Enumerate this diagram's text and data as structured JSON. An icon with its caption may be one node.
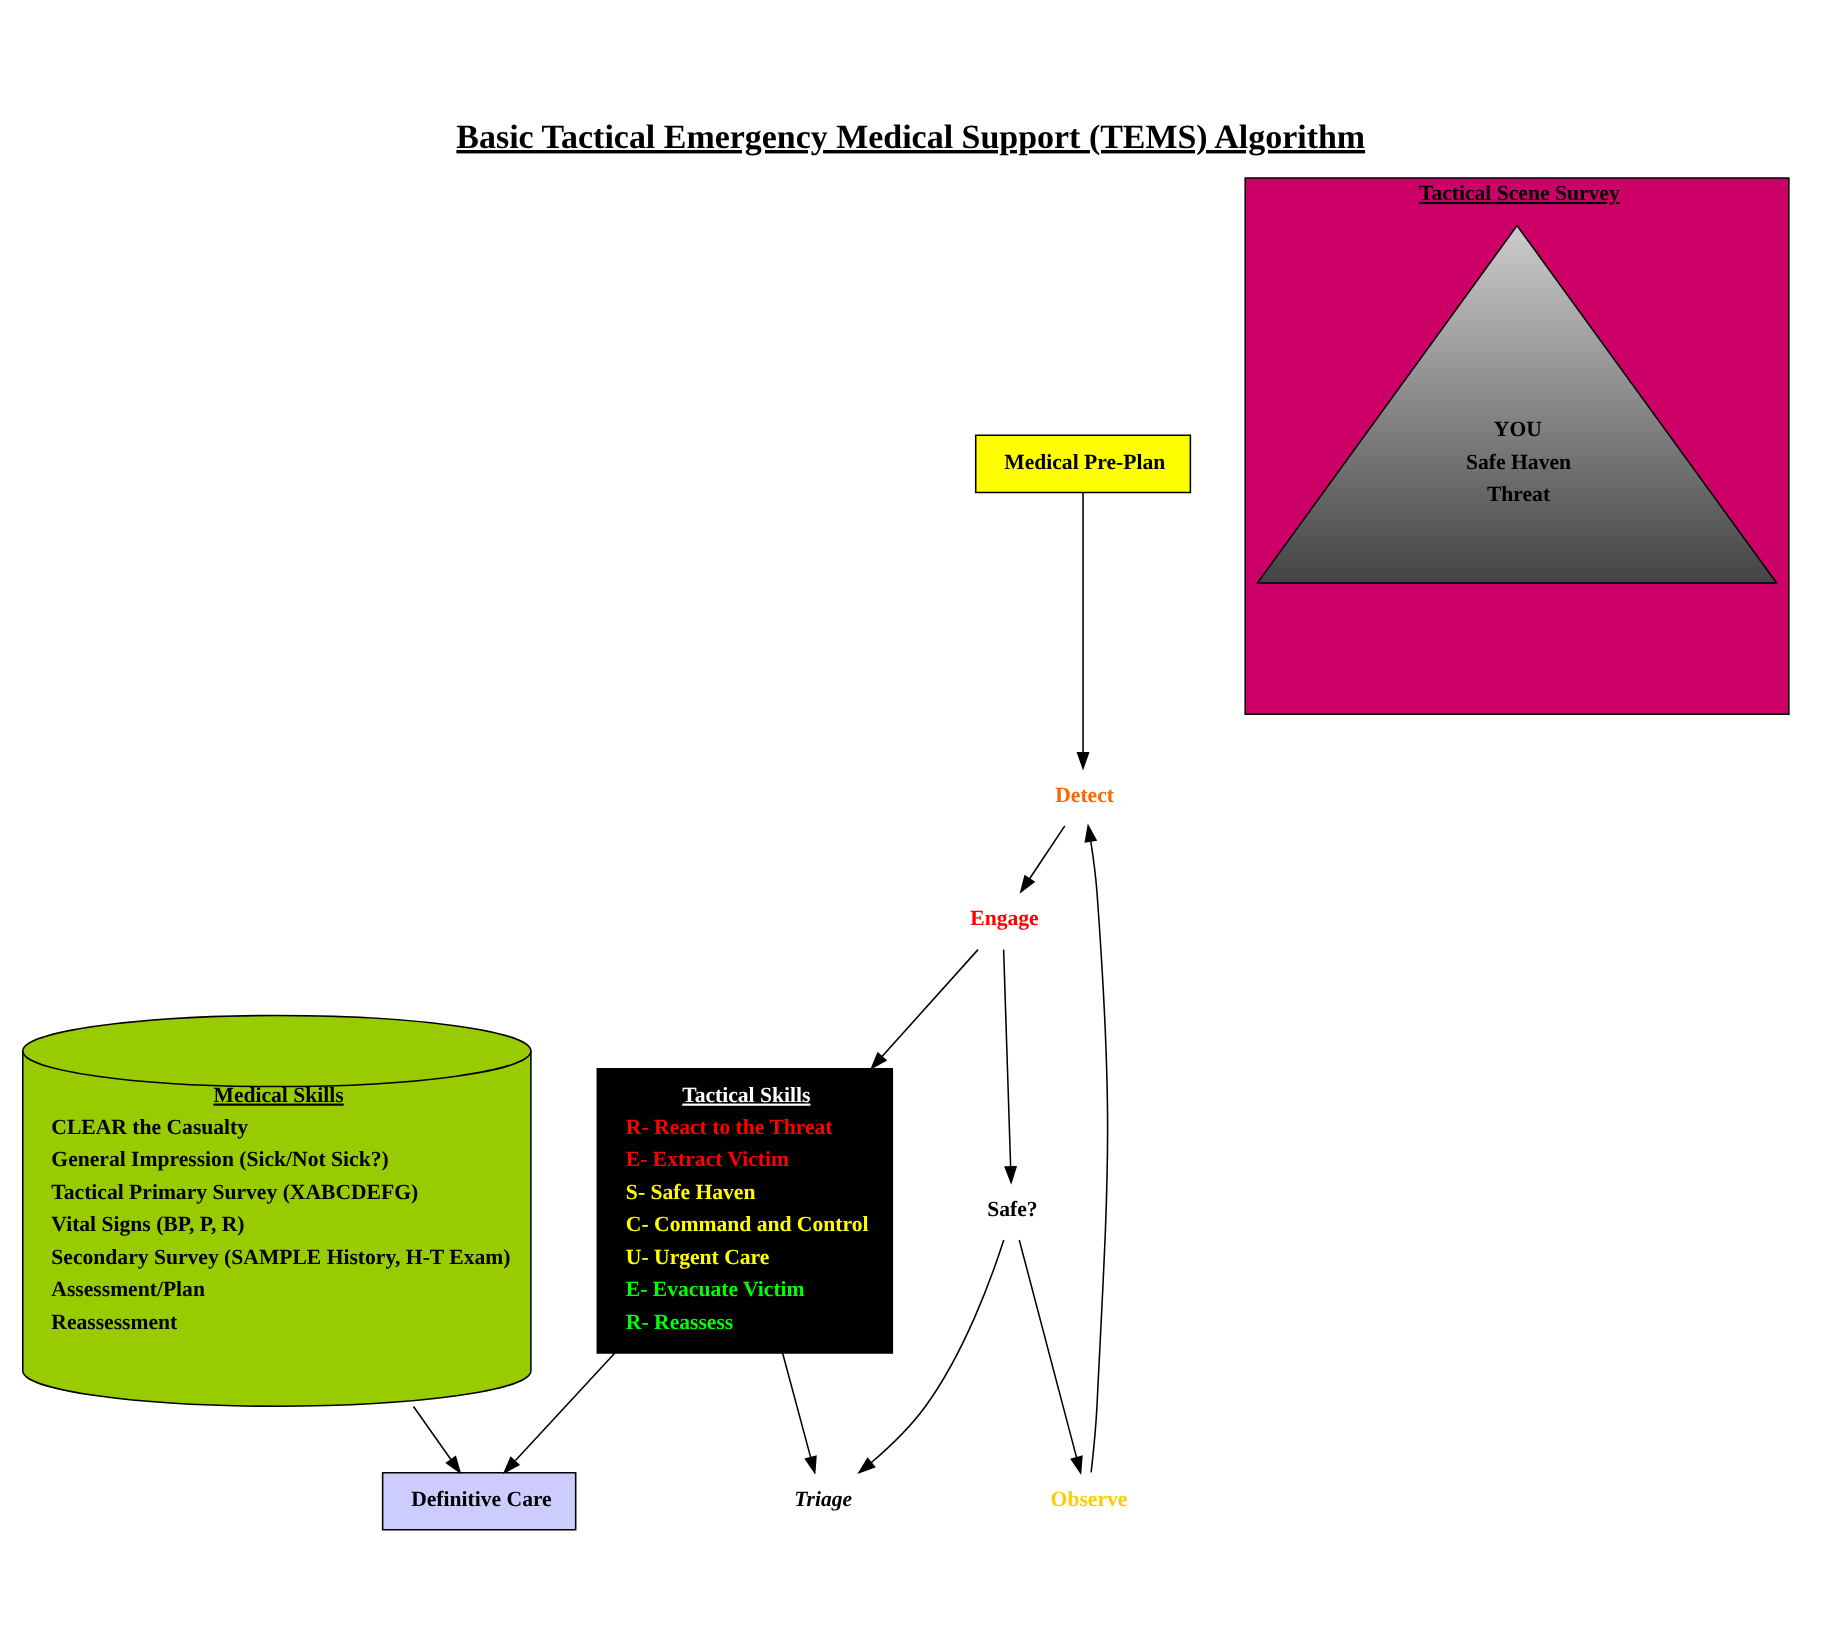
{
  "diagram": {
    "title": "Basic Tactical Emergency Medical Support (TEMS) Algorithm",
    "nodes": [
      {
        "text": [
          "Medical Pre-Plan"
        ]
      },
      {
        "text": [
          "Detect"
        ]
      },
      {
        "text": [
          "Tactical Scene Survey"
        ]
      },
      {
        "text": [
          "YOU",
          "Safe Haven",
          "Threat"
        ],
        "in": 2
      },
      {
        "text": [
          "Engage"
        ]
      },
      {
        "text": [
          "Observe"
        ]
      },
      {
        "text": [
          "Safe?"
        ]
      },
      {
        "text": [
          "Triage"
        ]
      },
      {
        "text": [
          "Tactical Skills",
          "R- React to the Threat",
          "E- Extract Victim",
          "S- Safe Haven",
          "C- Command and Control",
          "U- Urgent Care",
          "E- Evacuate Victim",
          "R- Reassess"
        ]
      },
      {
        "text": [
          "Medical Skills",
          "CLEAR the Casualty",
          "General Impression (Sick/Not Sick?)",
          "Tactical Primary Survey (XABCDEFG)",
          "Vital Signs (BP, P, R)",
          "Secondary Survey (SAMPLE History, H-T Exam)",
          "Assessment/Plan",
          "Reassessment"
        ]
      },
      {
        "text": [
          "Definitive Care"
        ]
      }
    ],
    "edges": [
      {
        "from": 0,
        "to": 1,
        "arrow": "to"
      },
      {
        "from": 1,
        "to": 4,
        "arrow": "to"
      },
      {
        "from": 4,
        "to": 8,
        "arrow": "to"
      },
      {
        "from": 4,
        "to": 6,
        "arrow": "to"
      },
      {
        "from": 6,
        "to": 5,
        "arrow": "to"
      },
      {
        "from": 5,
        "to": 1,
        "arrow": "to"
      },
      {
        "from": 6,
        "to": 7,
        "arrow": "to"
      },
      {
        "from": 8,
        "to": 7,
        "arrow": "to"
      },
      {
        "from": 8,
        "to": 10,
        "arrow": "to"
      },
      {
        "from": 9,
        "to": 10,
        "arrow": "to"
      }
    ]
  }
}
